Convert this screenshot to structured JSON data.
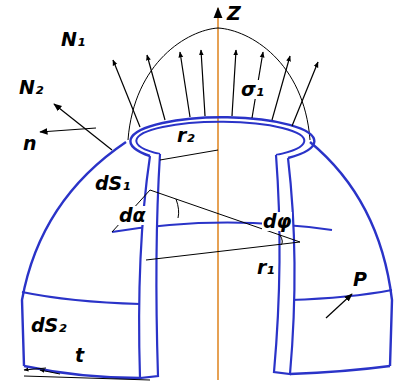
{
  "diagram": {
    "labels": [
      "Z",
      "N₁",
      "σ₁",
      "N₂",
      "r₂",
      "n",
      "dα",
      "dφ",
      "dS₁",
      "r₁",
      "P",
      "dS₂",
      "t"
    ]
  }
}
